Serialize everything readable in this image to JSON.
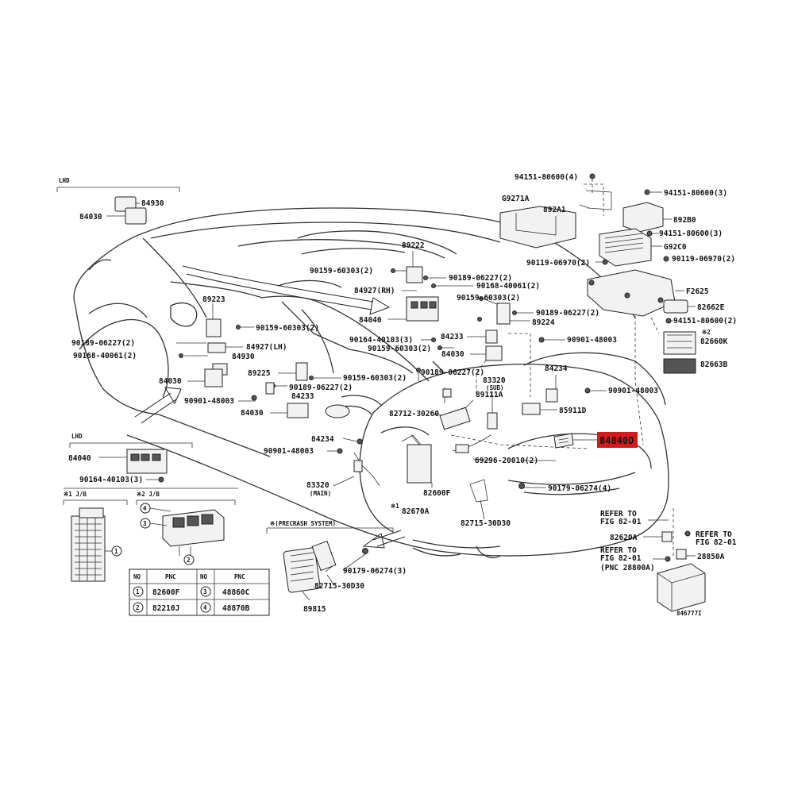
{
  "labels": {
    "lhd_top": "LHD",
    "lhd_bottom": "LHD",
    "precrash": "※(PRECRASH SYSTEM)",
    "jb1": "※1 J/B",
    "jb2": "※2 J/B",
    "figure_id": "846777I"
  },
  "highlight": {
    "label": "84840D",
    "color": "#d7191c"
  },
  "callouts": {
    "c84930": "84930",
    "c84030a": "84030",
    "c89223": "89223",
    "c90159_60303_a": "90159-60303(2)",
    "c90189_06227_a": "90189-06227(2)",
    "c84927_lh": "84927(LH)",
    "c84930b": "84930",
    "c90168_40061_a": "90168-40061(2)",
    "c84030b": "84030",
    "c89225": "89225",
    "c90159_60303_b": "90159-60303(2)",
    "c90189_06227_b": "90189-06227(2)",
    "c84233a": "84233",
    "c90901_48003_a": "90901-48003",
    "c84030c": "84030",
    "c89222": "89222",
    "c90159_60303_c": "90159-60303(2)",
    "c90189_06227_c": "90189-06227(2)",
    "c90168_40061_b": "90168-40061(2)",
    "c84927_rh": "84927(RH)",
    "c84040a": "84040",
    "c90159_60303_d": "90159-60303(2)",
    "c90189_06227_d": "90189-06227(2)",
    "c89224": "89224",
    "c84233b": "84233",
    "c90901_48003_b": "90901-48003",
    "c90164_40103_a": "90164-40103(3)",
    "c90159_60303_e": "90159-60303(2)",
    "c84030d": "84030",
    "c90189_06227_e": "90189-06227(2)",
    "c83320_sub": "83320",
    "c83320_sub_note": "(SUB)",
    "c89111a": "89111A",
    "c82712_30260": "82712-30260",
    "c82600f": "82600F",
    "c82670a": "82670A",
    "c82670a_mark": "※1",
    "c69296_20010": "69296-20010(2)",
    "c82715_30d30_a": "82715-30D30",
    "c90179_06274_a": "90179-06274(4)",
    "c84234a": "84234",
    "c90901_48003_c": "90901-48003",
    "c83320_main": "83320",
    "c83320_main_note": "(MAIN)",
    "c94151_80600_a": "94151-80600(4)",
    "c g9271a": "G9271A",
    "c892a1": "892A1",
    "c94151_80600_b": "94151-80600(3)",
    "c892b0": "892B0",
    "c94151_80600_c": "94151-80600(3)",
    "c g92c0": "G92C0",
    "c90119_06970_a": "90119-06970(2)",
    "c90119_06970_b": "90119-06970(2)",
    "cf2625": "F2625",
    "c82662e": "82662E",
    "c94151_80600_d": "94151-80600(2)",
    "c82660k_mark": "※2",
    "c82660k": "82660K",
    "c82663b": "82663B",
    "c84234b": "84234",
    "c90901_48003_d": "90901-48003",
    "c85911d": "85911D",
    "c82620a": "82620A",
    "c28850a": "28850A",
    "c89815": "89815",
    "c90179_06274_b": "90179-06274(3)",
    "c82715_30d30_b": "82715-30D30",
    "c84040b": "84040",
    "c90164_40103_b": "90164-40103(3)"
  },
  "refs": {
    "ref1_line1": "REFER TO",
    "ref1_line2": "FIG 82-01",
    "ref2_line1": "REFER TO",
    "ref2_line2": "FIG 82-01",
    "ref3_line1": "REFER TO",
    "ref3_line2": "FIG 82-01",
    "ref3_line3": "(PNC 28800A)"
  },
  "markers": {
    "m1": "1",
    "m2": "2",
    "m3": "3",
    "m4": "4"
  },
  "table": {
    "headers": [
      "NO",
      "PNC",
      "NO",
      "PNC"
    ],
    "rows": [
      {
        "no1": "1",
        "pnc1": "82600F",
        "no2": "3",
        "pnc2": "48860C"
      },
      {
        "no1": "2",
        "pnc1": "82210J",
        "no2": "4",
        "pnc2": "48870B"
      }
    ]
  }
}
